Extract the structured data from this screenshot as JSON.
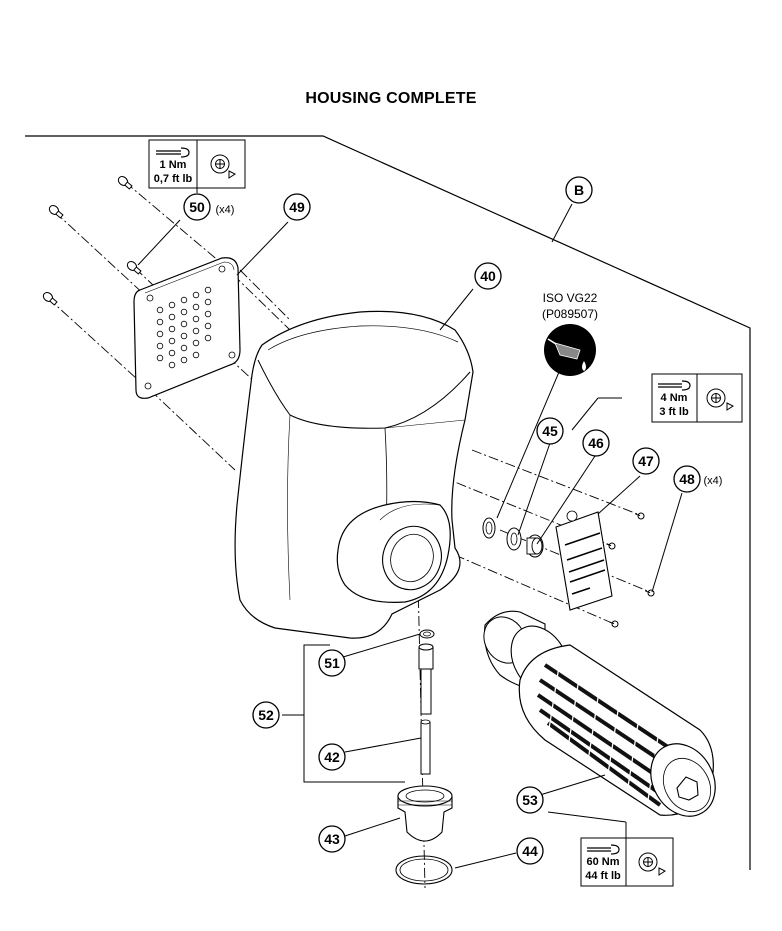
{
  "title": "HOUSING COMPLETE",
  "view_label": "B",
  "callouts": {
    "c40": "40",
    "c42": "42",
    "c43": "43",
    "c44": "44",
    "c45": "45",
    "c46": "46",
    "c47": "47",
    "c48": "48",
    "c49": "49",
    "c50": "50",
    "c51": "51",
    "c52": "52",
    "c53": "53"
  },
  "quantities": {
    "q50": "(x4)",
    "q48": "(x4)"
  },
  "torque": {
    "t1_nm": "1 Nm",
    "t1_ftlb": "0,7 ft lb",
    "t2_nm": "4 Nm",
    "t2_ftlb": "3 ft lb",
    "t3_nm": "60 Nm",
    "t3_ftlb": "44 ft lb"
  },
  "lubricant": {
    "name": "ISO VG22",
    "code": "(P089507)"
  },
  "icons": [
    "wrench-icon",
    "tighten-rotation-icon",
    "oil-can-icon"
  ]
}
